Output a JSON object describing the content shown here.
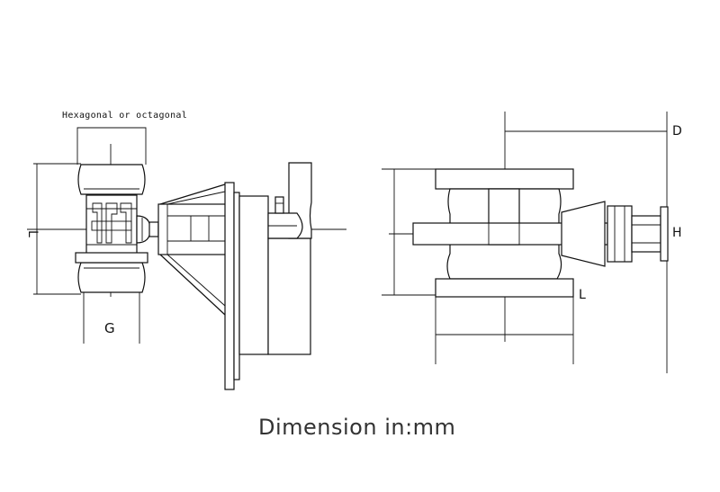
{
  "labels": {
    "hex_note": "Hexagonal or octagonal",
    "dim_L_left": "L",
    "dim_G": "G",
    "dim_D": "D",
    "dim_H": "H",
    "dim_L_right": "L",
    "footer": "Dimension in:mm"
  }
}
